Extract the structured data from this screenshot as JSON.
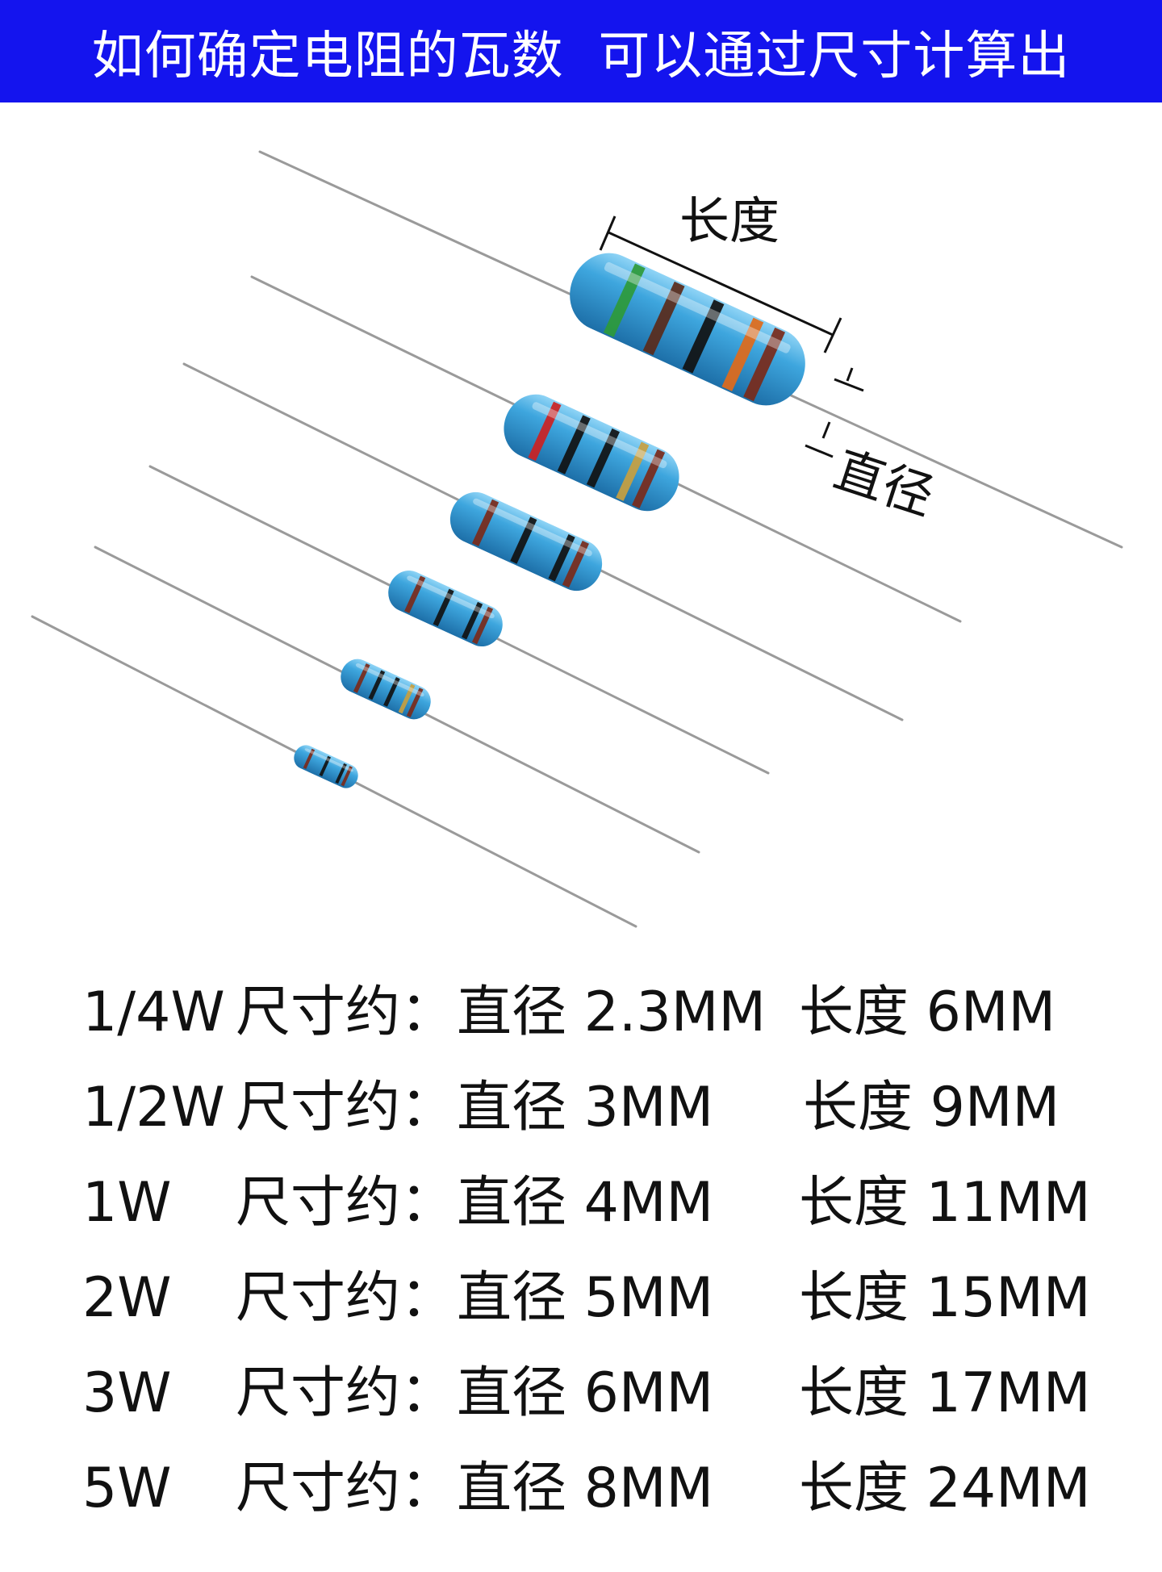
{
  "banner": {
    "title": "如何确定电阻的瓦数  可以通过尺寸计算出"
  },
  "illustration": {
    "length_label": "长度",
    "diameter_label": "直径",
    "resistors": [
      {
        "color_body": "#3aa0dc",
        "bands": [
          "#2e9a3a",
          "#5a2a1a",
          "#111111",
          "#e06a1a",
          "#7a2a1a"
        ]
      },
      {
        "color_body": "#3aa0dc",
        "bands": [
          "#cc2222",
          "#111111",
          "#111111",
          "#c8a040",
          "#7a2a1a"
        ]
      },
      {
        "color_body": "#3aa0dc",
        "bands": [
          "#7a2a1a",
          "#111111",
          "#111111",
          "#7a2a1a"
        ]
      },
      {
        "color_body": "#3aa0dc",
        "bands": [
          "#7a2a1a",
          "#111111",
          "#111111",
          "#7a2a1a"
        ]
      },
      {
        "color_body": "#3aa0dc",
        "bands": [
          "#7a2a1a",
          "#111111",
          "#111111",
          "#c8a040",
          "#7a2a1a"
        ]
      },
      {
        "color_body": "#3aa0dc",
        "bands": [
          "#7a2a1a",
          "#111111",
          "#111111",
          "#7a2a1a"
        ]
      }
    ]
  },
  "specs": [
    {
      "watt": "1/4W",
      "label": "尺寸约：",
      "diameter": "直径 2.3MM",
      "length": "长度 6MM"
    },
    {
      "watt": "1/2W",
      "label": "尺寸约：",
      "diameter": "直径 3MM",
      "length": "长度 9MM"
    },
    {
      "watt": "1W",
      "label": "尺寸约：",
      "diameter": "直径 4MM",
      "length": "长度 11MM"
    },
    {
      "watt": "2W",
      "label": "尺寸约：",
      "diameter": "直径 5MM",
      "length": "长度 15MM"
    },
    {
      "watt": "3W",
      "label": "尺寸约：",
      "diameter": "直径 6MM",
      "length": "长度 17MM"
    },
    {
      "watt": "5W",
      "label": "尺寸约：",
      "diameter": "直径 8MM",
      "length": "长度 24MM"
    }
  ]
}
